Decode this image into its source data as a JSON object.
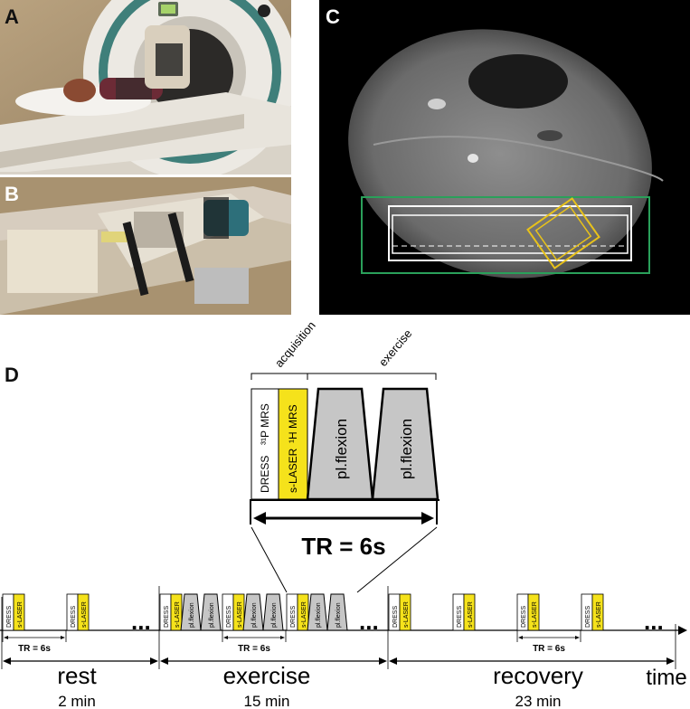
{
  "panels": {
    "a": {
      "label": "A"
    },
    "b": {
      "label": "B"
    },
    "c": {
      "label": "C"
    },
    "d": {
      "label": "D"
    }
  },
  "detail": {
    "acquisition_label": "acquisition",
    "exercise_label": "exercise",
    "dress_label": "DRESS",
    "p_mrs_label": "³¹P MRS",
    "slaser_label": "s-LASER",
    "h_mrs_label": "¹H MRS",
    "flexion_label": "pl.flexion",
    "tr_label": "TR = 6s"
  },
  "timeline": {
    "dress": "DRESS",
    "slaser": "s-LASER",
    "flexion": "pl.flexion",
    "tr": "TR = 6s",
    "ellipsis": "...",
    "phases": [
      {
        "name": "rest",
        "duration": "2 min"
      },
      {
        "name": "exercise",
        "duration": "15 min"
      },
      {
        "name": "recovery",
        "duration": "23 min"
      }
    ],
    "time_label": "time"
  },
  "colors": {
    "yellow": "#f5e21b",
    "gray": "#c6c6c6",
    "mri_green": "#2aa05a",
    "mri_gold": "#e8c21a"
  }
}
